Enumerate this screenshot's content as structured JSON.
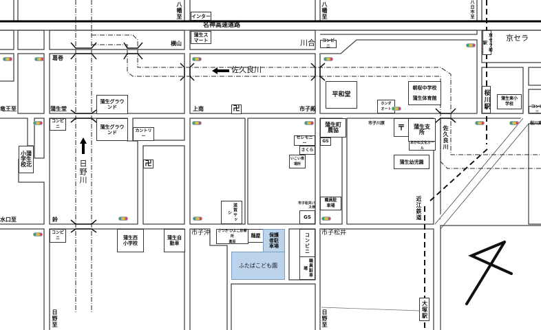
{
  "colors": {
    "road_edge": "#444444",
    "river": "#222222",
    "kindergarten": "#bcd3ec",
    "signal_green": "#3aa06a",
    "signal_yellow": "#e0c030",
    "signal_red": "#d04060"
  },
  "expressway": "名神高速道路",
  "river_east_west": "佐久良川",
  "river_hino": "日野川",
  "river_sakura_vertical": "佐久良川",
  "railway": "近江鉄道",
  "directions": {
    "hachiman_1": "八幡至",
    "hachiman_2": "八幡至",
    "yokaichi": "八日市至",
    "ryuo": "竜王至",
    "minakuchi": "水口至",
    "hino_1": "日野至",
    "hino_2": "日野至"
  },
  "places": {
    "interchange": "インター",
    "gamo_smart": "蒲生スマート",
    "yokoyama": "横山",
    "kawai": "川合",
    "konbini_kawai": "コンビニ",
    "kyocera": "京セラ",
    "kyocera_mae_station": "京セラ前駅",
    "katsumaki": "葛巻",
    "gamodo": "蒲生堂",
    "jonan": "上南",
    "ichikodono": "市子殿",
    "gamo_ground_1": "蒲生グラウンド",
    "gamo_ground_2": "蒲生グラウンド",
    "country": "カントリー",
    "heiwado": "平和堂",
    "honda_auto": "ホンダオート",
    "asakura_jhs": "朝桜中学校",
    "gamo_gym": "蒲生体育館",
    "sakuragawa_station": "桜川駅",
    "gamo_east_es": "蒲生東小学校",
    "konbini_east": "コンビニ",
    "sakuragawa_higashi": "桜川東",
    "konbini_nw": "コンビニ",
    "gamo_north_es": "小蒲学生校北",
    "ceremony": "セレモニー",
    "sakura": "さくら",
    "ikoi_hall": "いこい斎場所",
    "gamo_nokyo": "蒲生町農協",
    "gs_1": "GS",
    "ichiko_kawahara": "市子川原",
    "post_office": "〒",
    "gamo_branch": "蒲生支所",
    "akane_hall": "あかね文化ホール",
    "gamo_nursery": "蒲生幼児園",
    "suzu": "鈴",
    "shiga_sash": "滋賀サッシ",
    "ichiko_matsui_bus": "市子松井バス停",
    "gs_2": "GS",
    "staff_parking_1": "職員駐車場",
    "konbini_sw": "コンビニ",
    "gamo_west_es": "蒲生西小学校",
    "gamo_auto": "蒲生自動車",
    "ichikooki": "市子沖",
    "clinic": "さつき·ひよこ診療所",
    "pharmacy": "薬局",
    "menya": "麺屋",
    "guardian_parking": "保護者駐車場",
    "futaba_kindergarten": "ふたばこども園",
    "konbini_s": "コンビニ",
    "staff_parking_2": "職員駐車場",
    "ichiko_matsui": "市子松井",
    "otsuka_station": "大塚駅",
    "temple_1": "卍",
    "temple_2": "卍"
  },
  "signals_count": 14,
  "north_arrow": "north-arrow"
}
